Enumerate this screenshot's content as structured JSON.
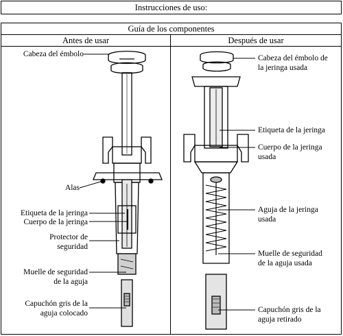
{
  "header": {
    "title": "Instrucciones de uso:"
  },
  "guide": {
    "title": "Guía de los componentes",
    "col_before": "Antes de usar",
    "col_after": "Después de usar"
  },
  "before_labels": {
    "plunger_head": "Cabeza del émbolo",
    "wings": "Alas",
    "label_l1": "Etiqueta de la jeringa",
    "label_l2": "Cuerpo de la jeringa",
    "guard_l1": "Protector de",
    "guard_l2": "seguridad",
    "spring_l1": "Muelle de seguridad",
    "spring_l2": "de la aguja",
    "cap_l1": "Capuchón gris de la",
    "cap_l2": "aguja colocado"
  },
  "after_labels": {
    "head_l1": "Cabeza del émbolo de",
    "head_l2": "la jeringa usada",
    "label": "Etiqueta de la jeringa",
    "body_l1": "Cuerpo de la jeringa",
    "body_l2": "usada",
    "needle_l1": "Aguja de la jeringa",
    "needle_l2": "usada",
    "spring_l1": "Muelle de seguridad",
    "spring_l2": "de la aguja usada",
    "cap_l1": "Capuchón gris de la",
    "cap_l2": "aguja retirado"
  }
}
